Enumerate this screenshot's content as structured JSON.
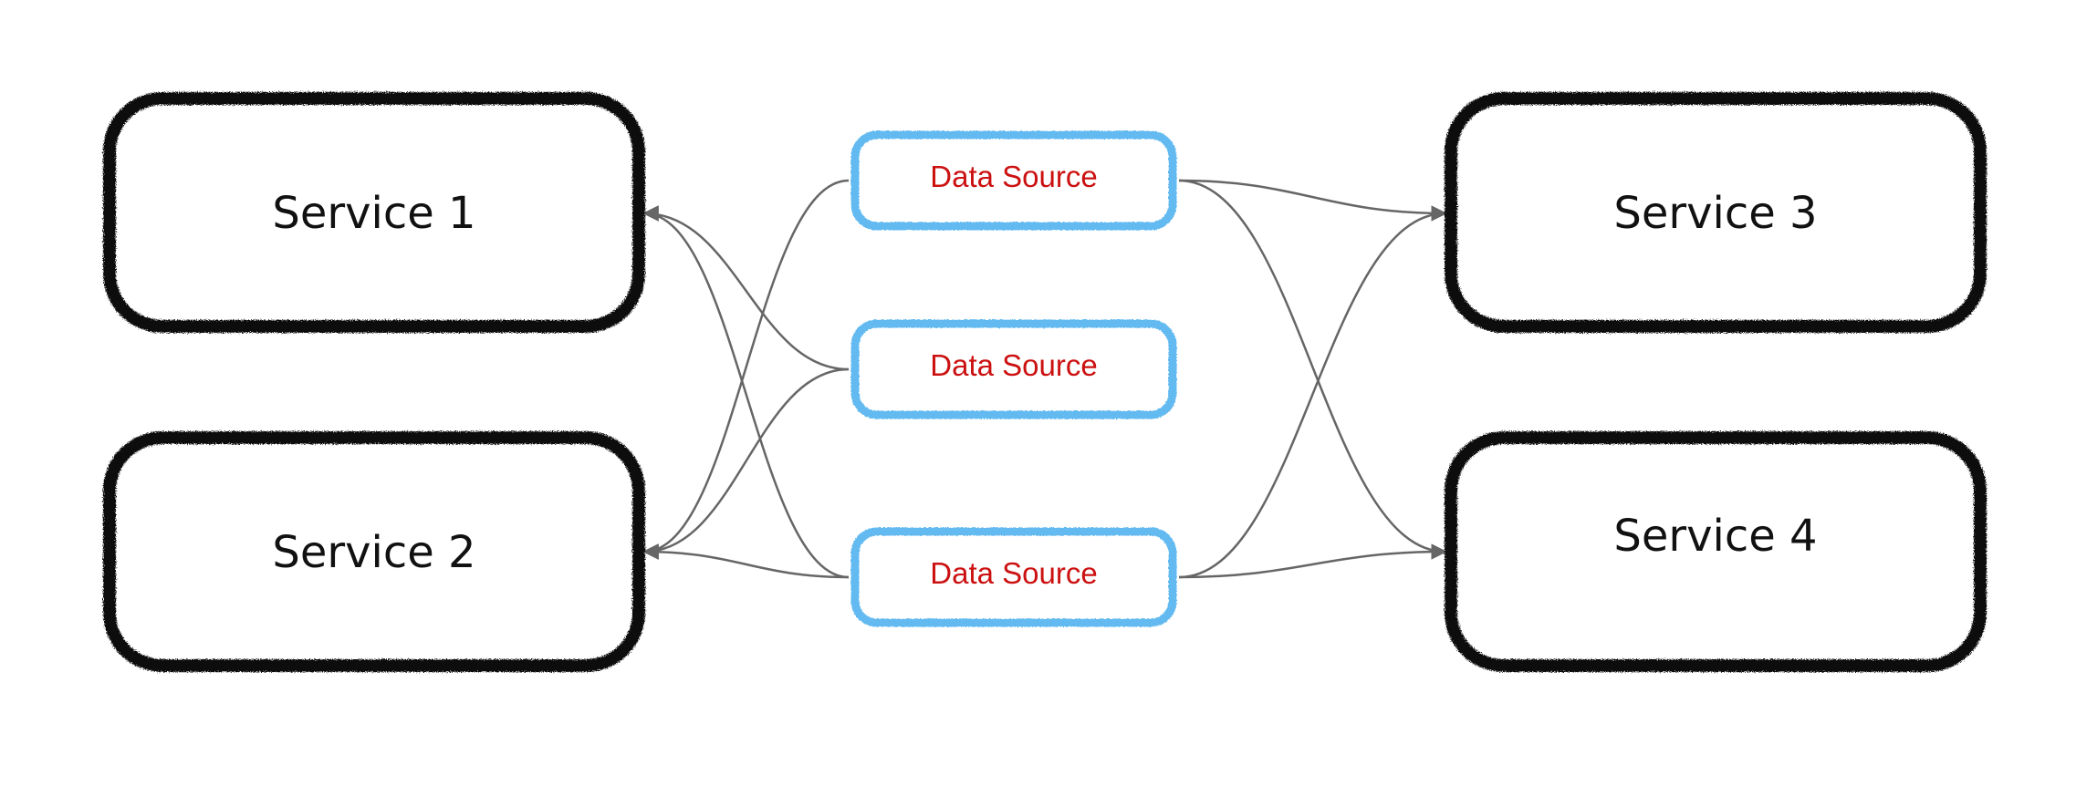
{
  "colors": {
    "service_border": "#111111",
    "source_border": "#62baf0",
    "source_text": "#cc1111",
    "connector": "#666666"
  },
  "services": [
    {
      "id": "s1",
      "label": "Service 1"
    },
    {
      "id": "s2",
      "label": "Service 2"
    },
    {
      "id": "s3",
      "label": "Service 3"
    },
    {
      "id": "s4",
      "label": "Service 4"
    }
  ],
  "data_sources": [
    {
      "id": "d1",
      "label": "Data Source"
    },
    {
      "id": "d2",
      "label": "Data Source"
    },
    {
      "id": "d3",
      "label": "Data Source"
    }
  ],
  "connections": [
    {
      "from": "d1",
      "to": "s2"
    },
    {
      "from": "d2",
      "to": "s1"
    },
    {
      "from": "d2",
      "to": "s2"
    },
    {
      "from": "d3",
      "to": "s1"
    },
    {
      "from": "d3",
      "to": "s2"
    },
    {
      "from": "d1",
      "to": "s3"
    },
    {
      "from": "d1",
      "to": "s4"
    },
    {
      "from": "d3",
      "to": "s3"
    },
    {
      "from": "d3",
      "to": "s4"
    }
  ]
}
